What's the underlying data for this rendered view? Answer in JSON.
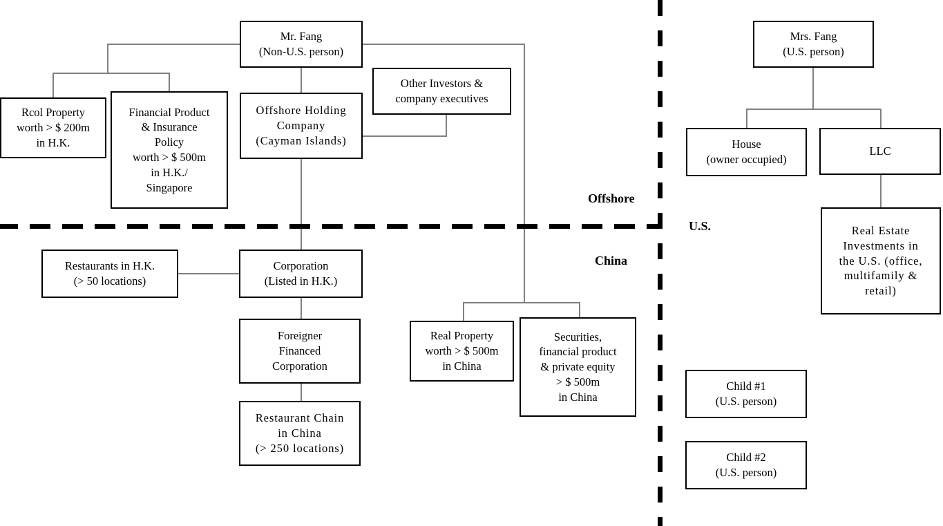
{
  "diagram": {
    "title": "Fang family cross-border asset holding structure",
    "colors": {
      "box_border": "#000000",
      "connector": "#808080",
      "divider": "#000000",
      "background": "#ffffff",
      "text": "#000000"
    },
    "region_labels": [
      {
        "id": "offshore",
        "text": "Offshore"
      },
      {
        "id": "us",
        "text": "U.S."
      },
      {
        "id": "china",
        "text": "China"
      }
    ],
    "nodes": {
      "mr_fang": {
        "text": "Mr. Fang\n(Non-U.S. person)"
      },
      "real_property_hk": {
        "text": "Rcol Property\nworth > $ 200m\nin H.K."
      },
      "financial_product": {
        "text": "Financial Product\n& Insurance\nPolicy\nworth > $ 500m\nin H.K./\nSingapore"
      },
      "offshore_holding": {
        "text": "Offshore Holding\nCompany\n(Cayman Islands)"
      },
      "other_investors": {
        "text": "Other Investors &\ncompany executives"
      },
      "restaurants_hk": {
        "text": "Restaurants in H.K.\n(> 50 locations)"
      },
      "corporation_hk": {
        "text": "Corporation\n(Listed in H.K.)"
      },
      "foreigner_financed": {
        "text": "Foreigner\nFinanced\nCorporation"
      },
      "restaurant_chain_china": {
        "text": "Restaurant Chain\nin China\n(> 250 locations)"
      },
      "real_property_china": {
        "text": "Real Property\nworth > $ 500m\nin China"
      },
      "securities_china": {
        "text": "Securities,\nfinancial product\n& private equity\n> $ 500m\nin China"
      },
      "mrs_fang": {
        "text": "Mrs. Fang\n(U.S. person)"
      },
      "house": {
        "text": "House\n(owner occupied)"
      },
      "llc": {
        "text": "LLC"
      },
      "real_estate_us": {
        "text": "Real Estate\nInvestments in\nthe U.S. (office,\nmultifamily &\nretail)"
      },
      "child_1": {
        "text": "Child #1\n(U.S. person)"
      },
      "child_2": {
        "text": "Child #2\n(U.S. person)"
      }
    },
    "edges": [
      {
        "from": "mr_fang",
        "to": "real_property_hk"
      },
      {
        "from": "mr_fang",
        "to": "financial_product"
      },
      {
        "from": "mr_fang",
        "to": "offshore_holding"
      },
      {
        "from": "mr_fang",
        "to": "real_property_china"
      },
      {
        "from": "mr_fang",
        "to": "securities_china"
      },
      {
        "from": "other_investors",
        "to": "offshore_holding"
      },
      {
        "from": "offshore_holding",
        "to": "corporation_hk"
      },
      {
        "from": "corporation_hk",
        "to": "restaurants_hk"
      },
      {
        "from": "corporation_hk",
        "to": "foreigner_financed"
      },
      {
        "from": "foreigner_financed",
        "to": "restaurant_chain_china"
      },
      {
        "from": "mrs_fang",
        "to": "house"
      },
      {
        "from": "mrs_fang",
        "to": "llc"
      },
      {
        "from": "llc",
        "to": "real_estate_us"
      }
    ]
  }
}
